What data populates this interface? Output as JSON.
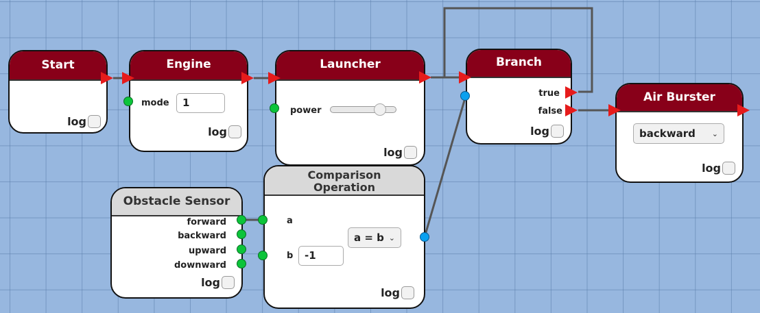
{
  "nodes": {
    "start": {
      "title": "Start",
      "log_label": "log",
      "log_checked": false
    },
    "engine": {
      "title": "Engine",
      "mode_label": "mode",
      "mode_value": "1",
      "log_label": "log",
      "log_checked": false
    },
    "launcher": {
      "title": "Launcher",
      "power_label": "power",
      "power_value_percent": 80,
      "log_label": "log",
      "log_checked": false
    },
    "branch": {
      "title": "Branch",
      "true_label": "true",
      "false_label": "false",
      "log_label": "log",
      "log_checked": false
    },
    "air_burster": {
      "title": "Air Burster",
      "direction_value": "backward",
      "log_label": "log",
      "log_checked": false
    },
    "obstacle_sensor": {
      "title": "Obstacle Sensor",
      "outputs": [
        "forward",
        "backward",
        "upward",
        "downward"
      ],
      "log_label": "log",
      "log_checked": false
    },
    "comparison": {
      "title_line1": "Comparison",
      "title_line2": "Operation",
      "a_label": "a",
      "b_label": "b",
      "b_value": "-1",
      "operator_value": "a = b",
      "log_label": "log",
      "log_checked": false
    }
  },
  "connections": [
    {
      "from": "Start.out",
      "to": "Engine.in"
    },
    {
      "from": "Engine.out",
      "to": "Launcher.in"
    },
    {
      "from": "Launcher.out",
      "to": "Branch.in"
    },
    {
      "from": "Branch.true",
      "to": "Branch.in"
    },
    {
      "from": "Branch.false",
      "to": "Air Burster.in"
    },
    {
      "from": "Obstacle Sensor.forward",
      "to": "Comparison Operation.a"
    },
    {
      "from": "Comparison Operation.result",
      "to": "Branch.condition"
    }
  ],
  "colors": {
    "canvas": "#97b7df",
    "action_header": "#880019",
    "sensor_header": "#d9d9d9",
    "flow_port": "#e61b1b",
    "data_port": "#0cc43a",
    "bool_port": "#0aa0ef",
    "wire": "#555555"
  }
}
